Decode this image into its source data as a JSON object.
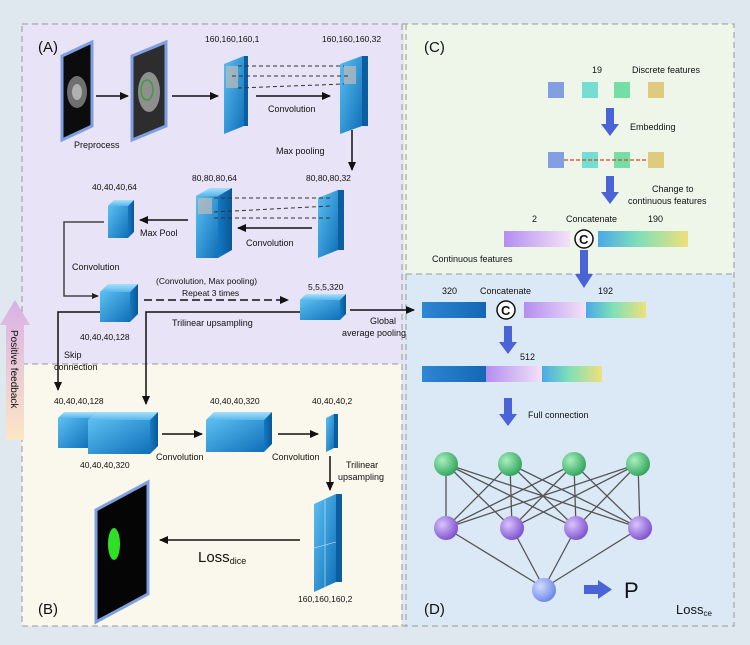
{
  "panels": {
    "a": "(A)",
    "b": "(B)",
    "c": "(C)",
    "d": "(D)"
  },
  "panel_a": {
    "preprocess": "Preprocess",
    "dims_1": "160,160,160,1",
    "dims_2": "160,160,160,32",
    "convolution_1": "Convolution",
    "max_pooling": "Max pooling",
    "dims_3": "80,80,80,64",
    "dims_4": "80,80,80,32",
    "convolution_2": "Convolution",
    "dims_5": "40,40,40,64",
    "max_pool": "Max Pool",
    "convolution_3": "Convolution",
    "repeat_line1": "(Convolution, Max pooling)",
    "repeat_line2": "Repeat 3 times",
    "dims_6": "5,5,5,320",
    "dims_7": "40,40,40,128",
    "trilinear_upsampling": "Trilinear upsampling",
    "global_avg_1": "Global",
    "global_avg_2": "average pooling",
    "skip_1": "Skip",
    "skip_2": "connection"
  },
  "panel_b": {
    "dims_1": "40,40,40,128",
    "dims_2": "40,40,40,320",
    "convolution_1": "Convolution",
    "dims_3": "40,40,40,320",
    "convolution_2": "Convolution",
    "dims_4": "40,40,40,2",
    "trilinear_1": "Trilinear",
    "trilinear_2": "upsampling",
    "dims_5": "160,160,160,2",
    "loss_main": "Loss",
    "loss_sub": "dice"
  },
  "panel_c": {
    "count_19": "19",
    "discrete_features": "Discrete features",
    "embedding": "Embedding",
    "change_1": "Change to",
    "change_2": "continuous features",
    "count_2": "2",
    "concatenate": "Concatenate",
    "count_190": "190",
    "continuous_features": "Continuous features",
    "concat_symbol": "C"
  },
  "panel_d": {
    "count_320": "320",
    "concatenate": "Concatenate",
    "count_192": "192",
    "concat_symbol": "C",
    "count_512": "512",
    "full_connection": "Full connection",
    "output": "P",
    "loss_main": "Loss",
    "loss_sub": "ce"
  },
  "positive_feedback": "Positive feedback",
  "colors": {
    "panel_a_bg": "#e9e4f7",
    "panel_b_bg": "#faf7ee",
    "panel_c_bg": "#eef6e9",
    "panel_d_bg": "#dceaf7",
    "cube": "#1e8fd8",
    "arrow_blue": "#4a63d6",
    "node_green": "#4dbf73",
    "node_purple": "#9b6be0",
    "node_blue": "#7f9cf0"
  }
}
